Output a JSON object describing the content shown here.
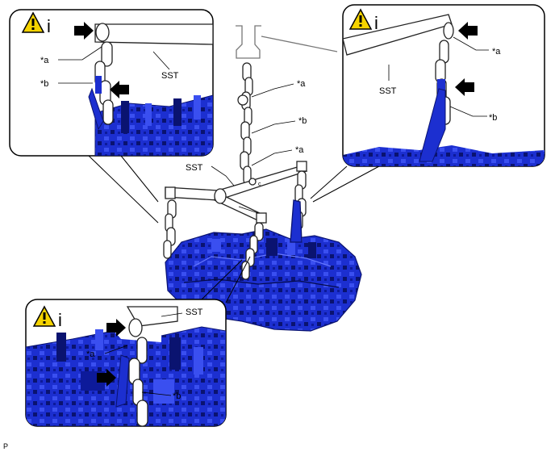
{
  "labels": {
    "sst": "SST",
    "star_a": "*a",
    "star_b": "*b",
    "info_mark": "i",
    "center_small": "c",
    "corner": "P"
  },
  "colors": {
    "engine_blue": "#1c2fd0",
    "engine_dark": "#0a1370",
    "chain_outline": "#222222",
    "panel_border": "#000000",
    "warning_yellow": "#f5d300"
  },
  "icons": [
    "warning-icon",
    "arrow-right-icon",
    "arrow-left-icon"
  ]
}
